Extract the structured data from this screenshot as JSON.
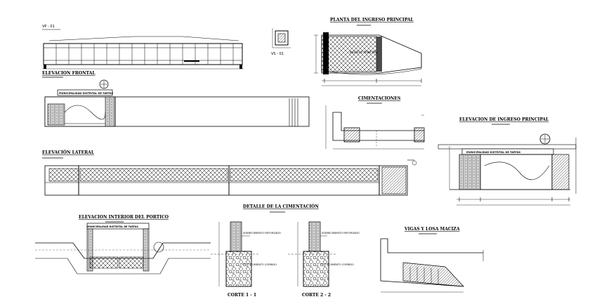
{
  "drawing": {
    "colors": {
      "ink": "#000000",
      "paper": "#ffffff",
      "hatch": "#555555"
    },
    "labels": {
      "beam_tag": "VP - 01",
      "column_tag": "VS - 01",
      "plan_title": "PLANTA DEL INGRESO PRINCIPAL",
      "plan_inner": "INGRESO PRINCIPAL",
      "front_elev_title": "ELEVACION FRONTAL",
      "front_sign": "MUNICIPALIDAD DISTRITAL DE TARTAS",
      "foundation_title": "CIMENTACIONES",
      "main_elev_title": "ELEVACION DE INGRESO PRINCIPAL",
      "main_sign": "MUNICIPALIDAD DISTRITAL DE TARTAS",
      "side_elev_title": "ELEVACIÓN LATERAL",
      "detail_title": "DETALLE DE LA CIMENTACIÓN",
      "int_elev_title": "ELEVACION INTERIOR DEL PORTICO",
      "int_sign": "MUNICIPALIDAD DISTRITAL DE TARTAS",
      "beams_title": "VIGAS Y LOSA MACIZA",
      "cut1": "CORTE 1 - 1",
      "cut2": "CORTE 2 - 2",
      "note_reinforced_a": "SOBRECIMIENTO REFORZADO",
      "note_cyclopean_a": "CIMIENTO CORRIDO",
      "note_reinforced_b": "SOBRECIMIENTO REFORZADO",
      "note_cyclopean_b": "CIMIENTO CORRIDO"
    }
  }
}
